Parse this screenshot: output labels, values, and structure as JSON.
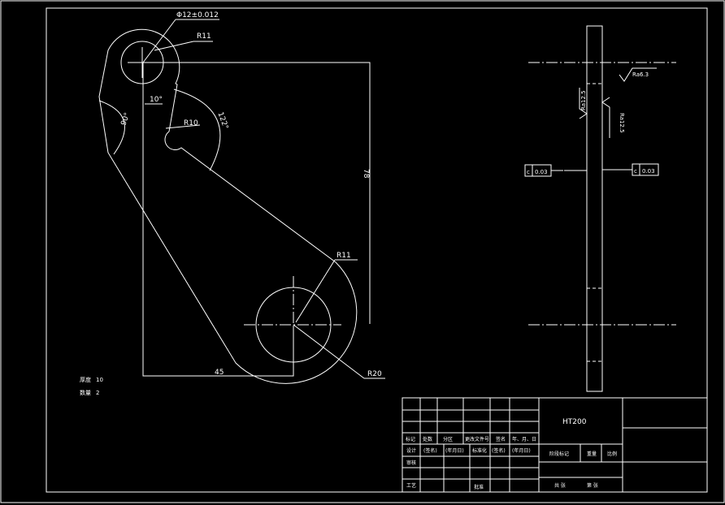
{
  "dimensions": {
    "hole_dia": "Φ12±0.012",
    "r11_top": "R11",
    "angle_10": "10°",
    "r10": "R10",
    "angle_122": "122°",
    "angle_left": "90°",
    "dim_78": "78",
    "r11_bottom": "R11",
    "r20": "R20",
    "dim_45": "45"
  },
  "side_view": {
    "ra_top": "Ra6.3",
    "ra_left": "Ra12.5",
    "ra_right": "Ra12.5",
    "flat_sym": "c",
    "flat_val": "0.03"
  },
  "notes": {
    "line1_label": "厚度",
    "line1_value": "10",
    "line2_label": "数量",
    "line2_value": "2"
  },
  "title_block": {
    "material": "HT200",
    "row_labels": [
      "标记",
      "处数",
      "分区",
      "更改文件号",
      "签名",
      "年、月、日"
    ],
    "design_label": "设计",
    "sign1": "(签名)",
    "date1": "(年月日)",
    "std_label": "标准化",
    "sign2": "(签名)",
    "date2": "(年月日)",
    "review_label": "审核",
    "process_label": "工艺",
    "approve_label": "批准",
    "stage_label": "阶段标记",
    "weight_label": "重量",
    "scale_label": "比例",
    "sheets_total": "共  张",
    "sheet_no": "第  张"
  }
}
